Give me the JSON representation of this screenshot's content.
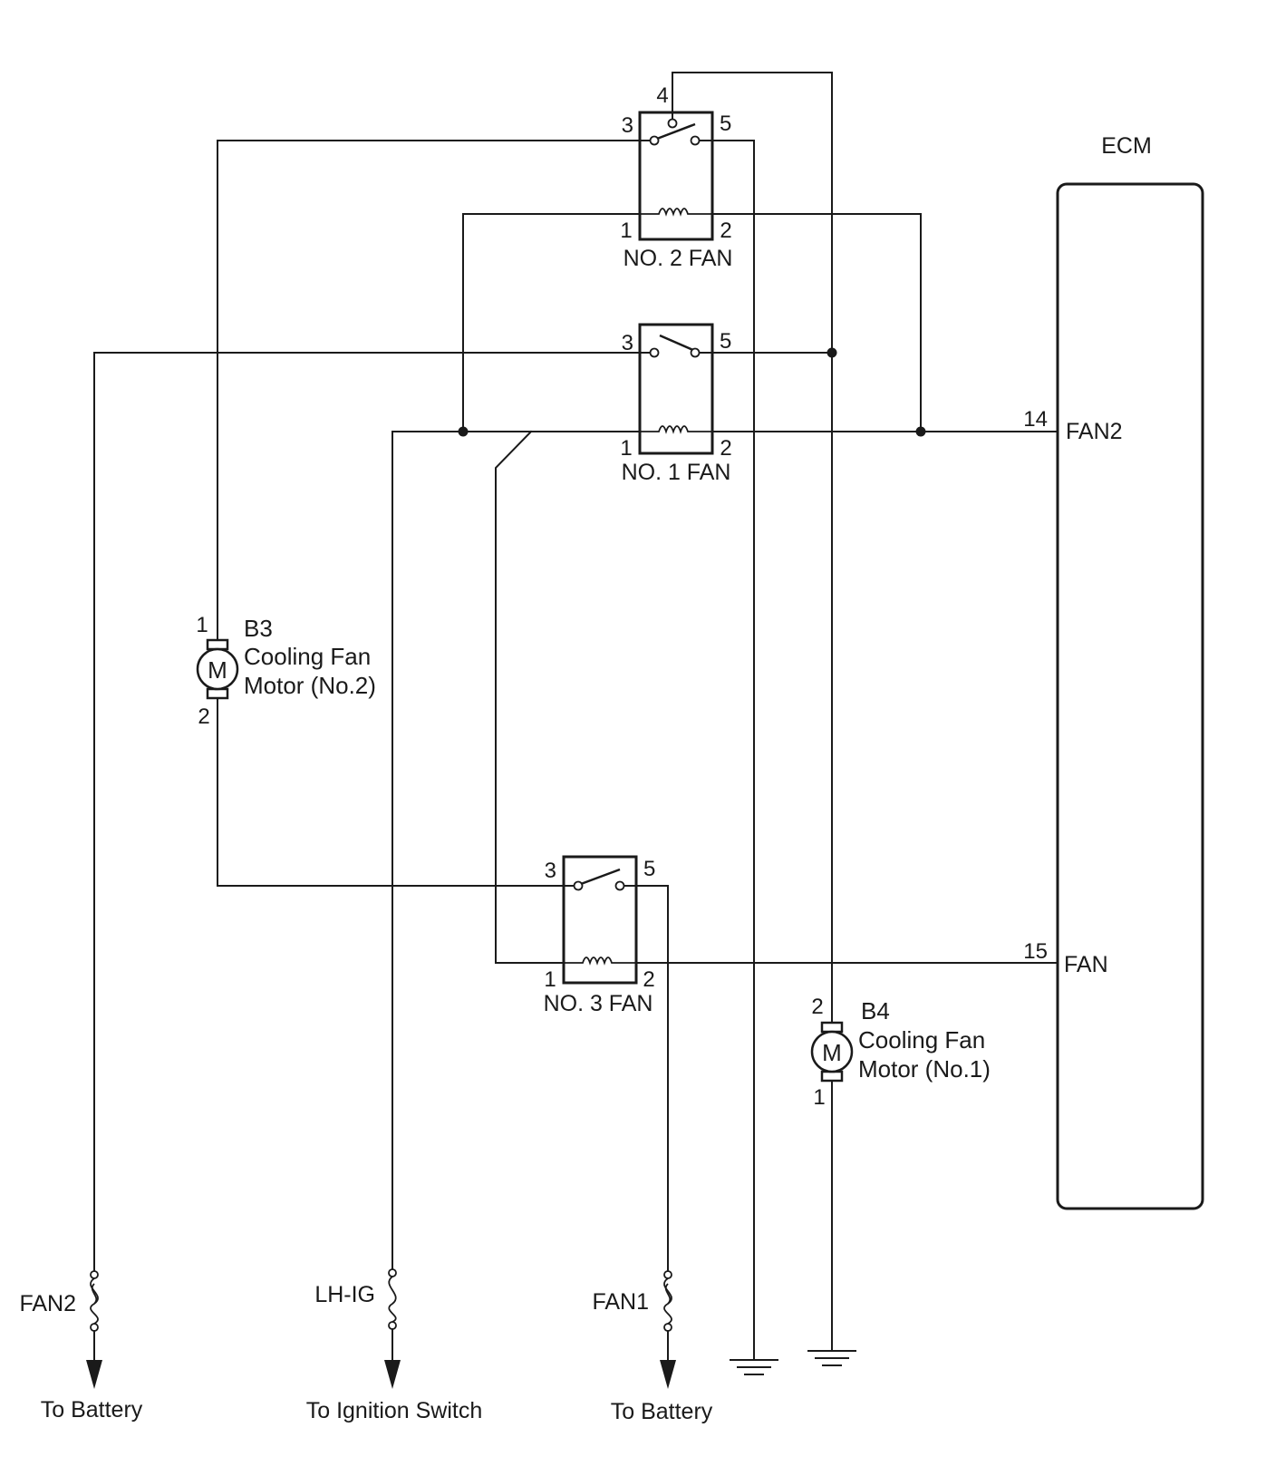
{
  "ecm": {
    "title": "ECM",
    "pin_fan2_num": "14",
    "pin_fan2_name": "FAN2",
    "pin_fan_num": "15",
    "pin_fan_name": "FAN"
  },
  "relay2": {
    "label": "NO. 2 FAN",
    "p1": "1",
    "p2": "2",
    "p3": "3",
    "p4": "4",
    "p5": "5"
  },
  "relay1": {
    "label": "NO. 1 FAN",
    "p1": "1",
    "p2": "2",
    "p3": "3",
    "p5": "5"
  },
  "relay3": {
    "label": "NO. 3 FAN",
    "p1": "1",
    "p2": "2",
    "p3": "3",
    "p5": "5"
  },
  "motor_b3": {
    "code": "B3",
    "line1": "Cooling Fan",
    "line2": "Motor (No.2)",
    "pin_top": "1",
    "pin_bottom": "2",
    "letter": "M"
  },
  "motor_b4": {
    "code": "B4",
    "line1": "Cooling Fan",
    "line2": "Motor (No.1)",
    "pin_top": "2",
    "pin_bottom": "1",
    "letter": "M"
  },
  "fuses": {
    "fan2": {
      "name": "FAN2",
      "dest": "To Battery"
    },
    "lhig": {
      "name": "LH-IG",
      "dest": "To Ignition Switch"
    },
    "fan1": {
      "name": "FAN1",
      "dest": "To Battery"
    }
  }
}
